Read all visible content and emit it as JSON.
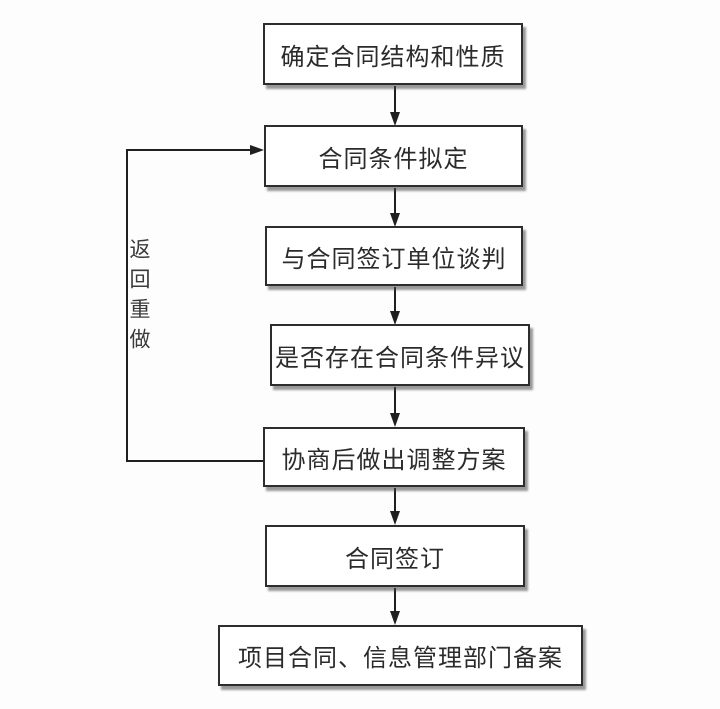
{
  "diagram": {
    "type": "flowchart",
    "language": "zh",
    "nodes": [
      {
        "id": "n1",
        "label": "确定合同结构和性质"
      },
      {
        "id": "n2",
        "label": "合同条件拟定"
      },
      {
        "id": "n3",
        "label": "与合同签订单位谈判"
      },
      {
        "id": "n4",
        "label": "是否存在合同条件异议"
      },
      {
        "id": "n5",
        "label": "协商后做出调整方案"
      },
      {
        "id": "n6",
        "label": "合同签订"
      },
      {
        "id": "n7",
        "label": "项目合同、信息管理部门备案"
      }
    ],
    "edges": [
      {
        "from": "n1",
        "to": "n2",
        "type": "arrow-down"
      },
      {
        "from": "n2",
        "to": "n3",
        "type": "arrow-down"
      },
      {
        "from": "n3",
        "to": "n4",
        "type": "arrow-down"
      },
      {
        "from": "n4",
        "to": "n5",
        "type": "arrow-down"
      },
      {
        "from": "n5",
        "to": "n6",
        "type": "arrow-down"
      },
      {
        "from": "n6",
        "to": "n7",
        "type": "arrow-down"
      },
      {
        "from": "n5",
        "to": "n2",
        "type": "loop-left",
        "label": "返回重做"
      }
    ],
    "loop_label": "返回重做",
    "colors": {
      "background": "#fdfdfd",
      "box_fill": "#ffffff",
      "box_border": "#2d2d2d",
      "line": "#1f1f1f",
      "shadow": "#6e6e6e",
      "text": "#2b2b2b"
    }
  }
}
